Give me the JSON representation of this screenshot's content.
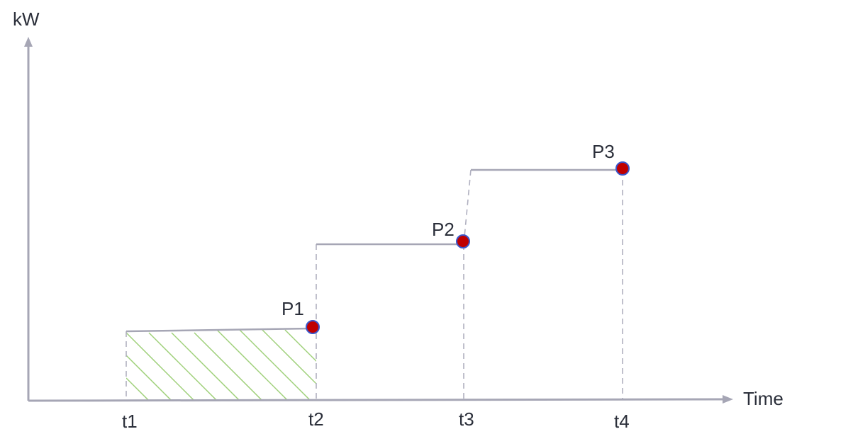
{
  "axes": {
    "y_label": "kW",
    "x_label": "Time"
  },
  "time_ticks": [
    "t1",
    "t2",
    "t3",
    "t4"
  ],
  "points": [
    {
      "label": "P1",
      "time": "t2",
      "level": 1
    },
    {
      "label": "P2",
      "time": "t3",
      "level": 2
    },
    {
      "label": "P3",
      "time": "t4",
      "level": 3
    }
  ],
  "shaded_interval": [
    "t1",
    "t2"
  ],
  "colors": {
    "axis": "#a6a6b5",
    "step_line": "#a6a6b5",
    "guide_dash": "#b0b0c0",
    "marker_fill": "#c00000",
    "marker_stroke": "#3b56c9",
    "hatch": "#9fd07a",
    "text": "#2b2f3a"
  }
}
